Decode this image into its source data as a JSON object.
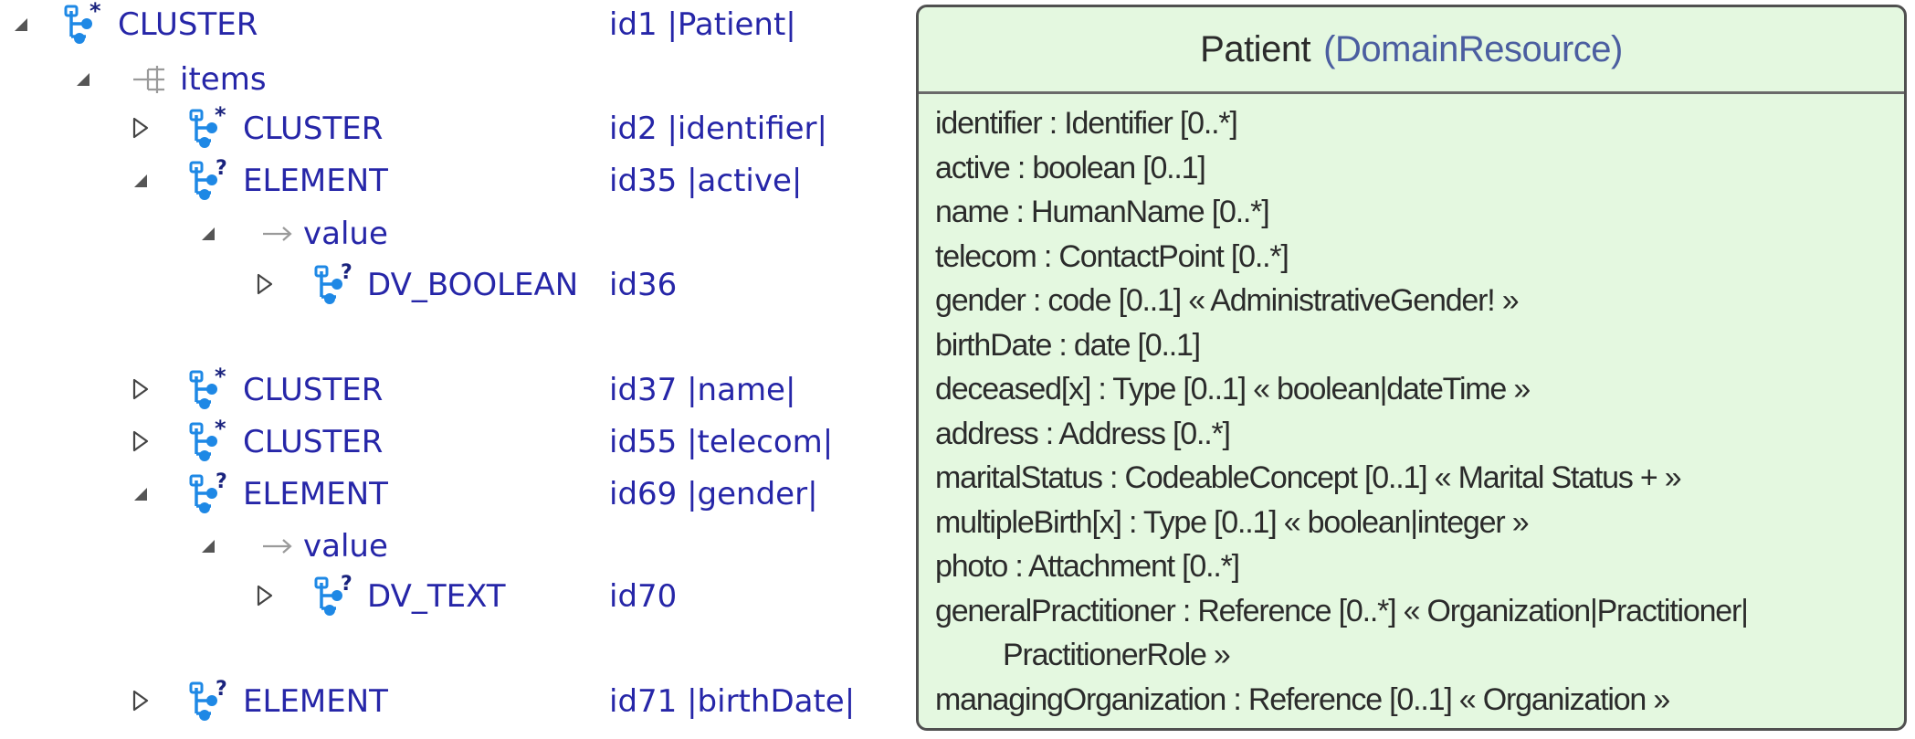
{
  "tree": [
    {
      "label": "CLUSTER",
      "id": "id1 |Patient|",
      "icon": "cluster-multiple-icon",
      "expander": "expanded"
    },
    {
      "label": "items",
      "id": "",
      "icon": "attribute-multiple-icon",
      "expander": "expanded"
    },
    {
      "label": "CLUSTER",
      "id": "id2 |identifier|",
      "icon": "cluster-multiple-icon",
      "expander": "collapsed"
    },
    {
      "label": "ELEMENT",
      "id": "id35 |active|",
      "icon": "element-optional-icon",
      "expander": "expanded"
    },
    {
      "label": "value",
      "id": "",
      "icon": "attribute-single-icon",
      "expander": "expanded"
    },
    {
      "label": "DV_BOOLEAN",
      "id": "id36",
      "icon": "element-optional-icon",
      "expander": "collapsed"
    },
    {
      "label": "CLUSTER",
      "id": "id37 |name|",
      "icon": "cluster-multiple-icon",
      "expander": "collapsed"
    },
    {
      "label": "CLUSTER",
      "id": "id55 |telecom|",
      "icon": "cluster-multiple-icon",
      "expander": "collapsed"
    },
    {
      "label": "ELEMENT",
      "id": "id69 |gender|",
      "icon": "element-optional-icon",
      "expander": "expanded"
    },
    {
      "label": "value",
      "id": "",
      "icon": "attribute-single-icon",
      "expander": "expanded"
    },
    {
      "label": "DV_TEXT",
      "id": "id70",
      "icon": "element-optional-icon",
      "expander": "collapsed"
    },
    {
      "label": "ELEMENT",
      "id": "id71 |birthDate|",
      "icon": "element-optional-icon",
      "expander": "collapsed"
    }
  ],
  "uml": {
    "class_name": "Patient",
    "stereotype": "(DomainResource)",
    "attributes": [
      "identifier : Identifier [0..*]",
      "active : boolean [0..1]",
      "name : HumanName [0..*]",
      "telecom : ContactPoint [0..*]",
      "gender : code [0..1] « AdministrativeGender! »",
      "birthDate : date [0..1]",
      "deceased[x] : Type [0..1] « boolean|dateTime »",
      "address : Address [0..*]",
      "maritalStatus : CodeableConcept [0..1] « Marital Status + »",
      "multipleBirth[x] : Type [0..1] « boolean|integer »",
      "photo : Attachment [0..*]",
      "generalPractitioner : Reference [0..*] « Organization|Practitioner|",
      "PractitionerRole »",
      "managingOrganization : Reference [0..1] « Organization »"
    ]
  },
  "colors": {
    "tree_text": "#2626a8",
    "icon_blue": "#1e88e5",
    "icon_dark": "#1a237e",
    "uml_background": "#e4f8e0",
    "uml_border": "#505050"
  }
}
